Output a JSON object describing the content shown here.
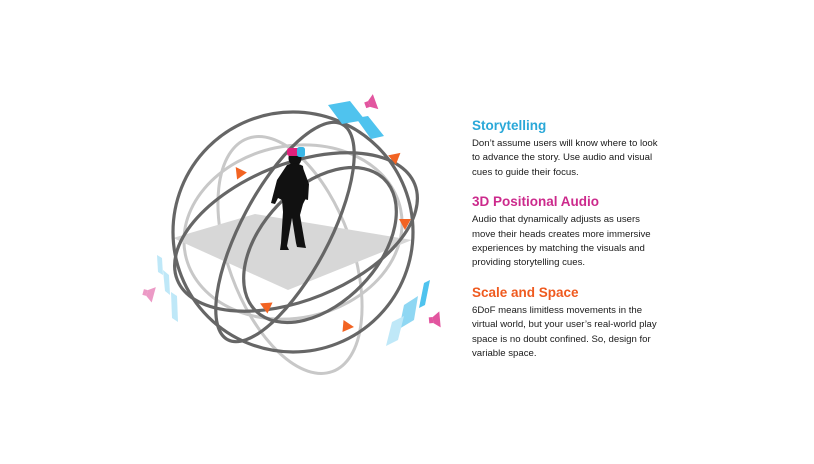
{
  "colors": {
    "ring": "#666666",
    "ring_light": "#c8c8c8",
    "arrow": "#f26322",
    "floor": "#d7d7d7",
    "figure": "#111111",
    "panel_blue": "#4fc3ee",
    "speaker_pink": "#e2559f",
    "headset_pink": "#e0207c",
    "headset_blue": "#39b6e6"
  },
  "icons": [
    "person-silhouette",
    "vr-headset",
    "speaker-icon",
    "glass-panel",
    "direction-arrow"
  ],
  "sections": [
    {
      "title": "Storytelling",
      "body": "Don’t assume users will know where to look to advance the story. Use audio and visual cues to guide their focus.",
      "color": "#2aa8d8"
    },
    {
      "title": "3D Positional Audio",
      "body": "Audio that dynamically adjusts as users move their heads creates more immersive experiences by matching the visuals and providing storytelling cues.",
      "color": "#cc2a8c"
    },
    {
      "title": "Scale and Space",
      "body": "6DoF means limitless movements in the virtual world, but your user’s real-world play space is no doubt confined. So, design for variable space.",
      "color": "#ef5a1f"
    }
  ]
}
